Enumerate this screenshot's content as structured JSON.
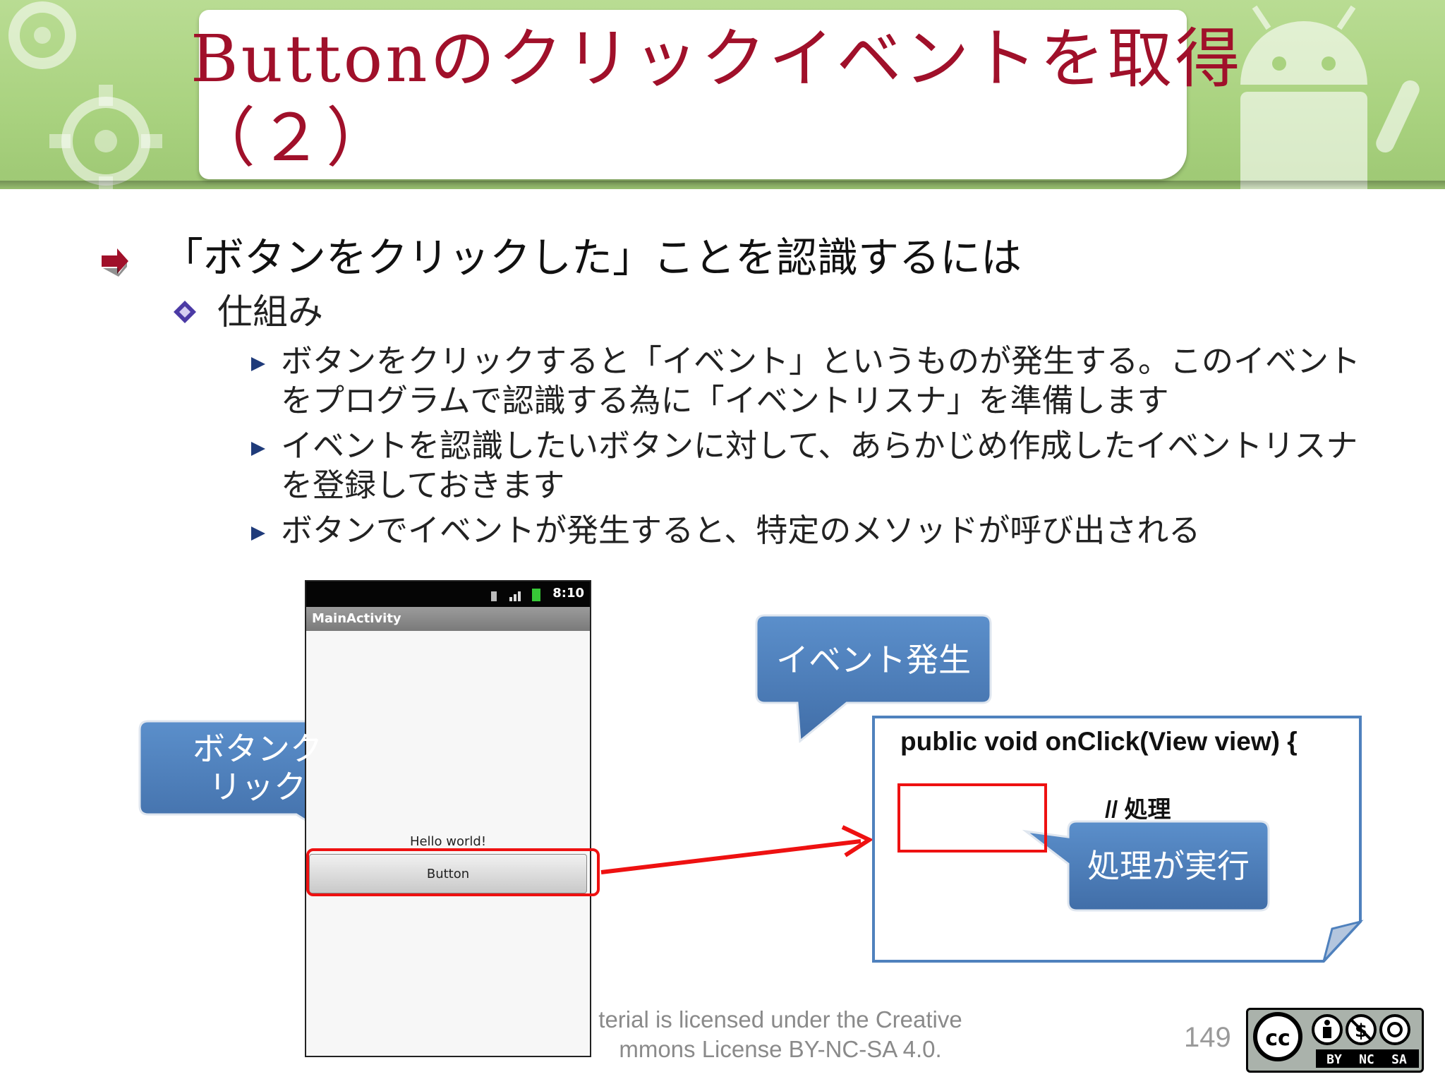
{
  "slide": {
    "title": "Buttonのクリックイベントを取得（２）",
    "bullets": {
      "level1": "「ボタンをクリックした」ことを認識するには",
      "level2": "仕組み",
      "level3": [
        {
          "line1": "ボタンをクリックすると「イベント」というものが発生する。このイベント",
          "line2": "をプログラムで認識する為に「イベントリスナ」を準備します"
        },
        {
          "line1": "イベントを認識したいボタンに対して、あらかじめ作成したイベントリスナ",
          "line2": "を登録しておきます"
        },
        {
          "line1": "ボタンでイベントが発生すると、特定のメソッドが呼び出される",
          "line2": ""
        }
      ]
    }
  },
  "phone": {
    "status_time": "8:10",
    "app_title": "MainActivity",
    "hello_text": "Hello world!",
    "button_label": "Button"
  },
  "callouts": {
    "button_click": {
      "line1": "ボタンク",
      "line2": "リック"
    },
    "event_occurred": "イベント発生",
    "process_executed": "処理が実行"
  },
  "code": {
    "signature": "public void onClick(View view)  {",
    "comment": "// 処理"
  },
  "footer": {
    "license_line1": "terial is licensed under the Creative",
    "license_line2": "mmons License BY-NC-SA 4.0.",
    "page_number": "149",
    "cc_labels": [
      "BY",
      "NC",
      "SA"
    ]
  },
  "colors": {
    "title": "#a0102a",
    "banner_green": "#a9d27f",
    "callout_blue": "#4f81bd",
    "highlight_red": "#ee1111",
    "code_border": "#4f81bd"
  }
}
